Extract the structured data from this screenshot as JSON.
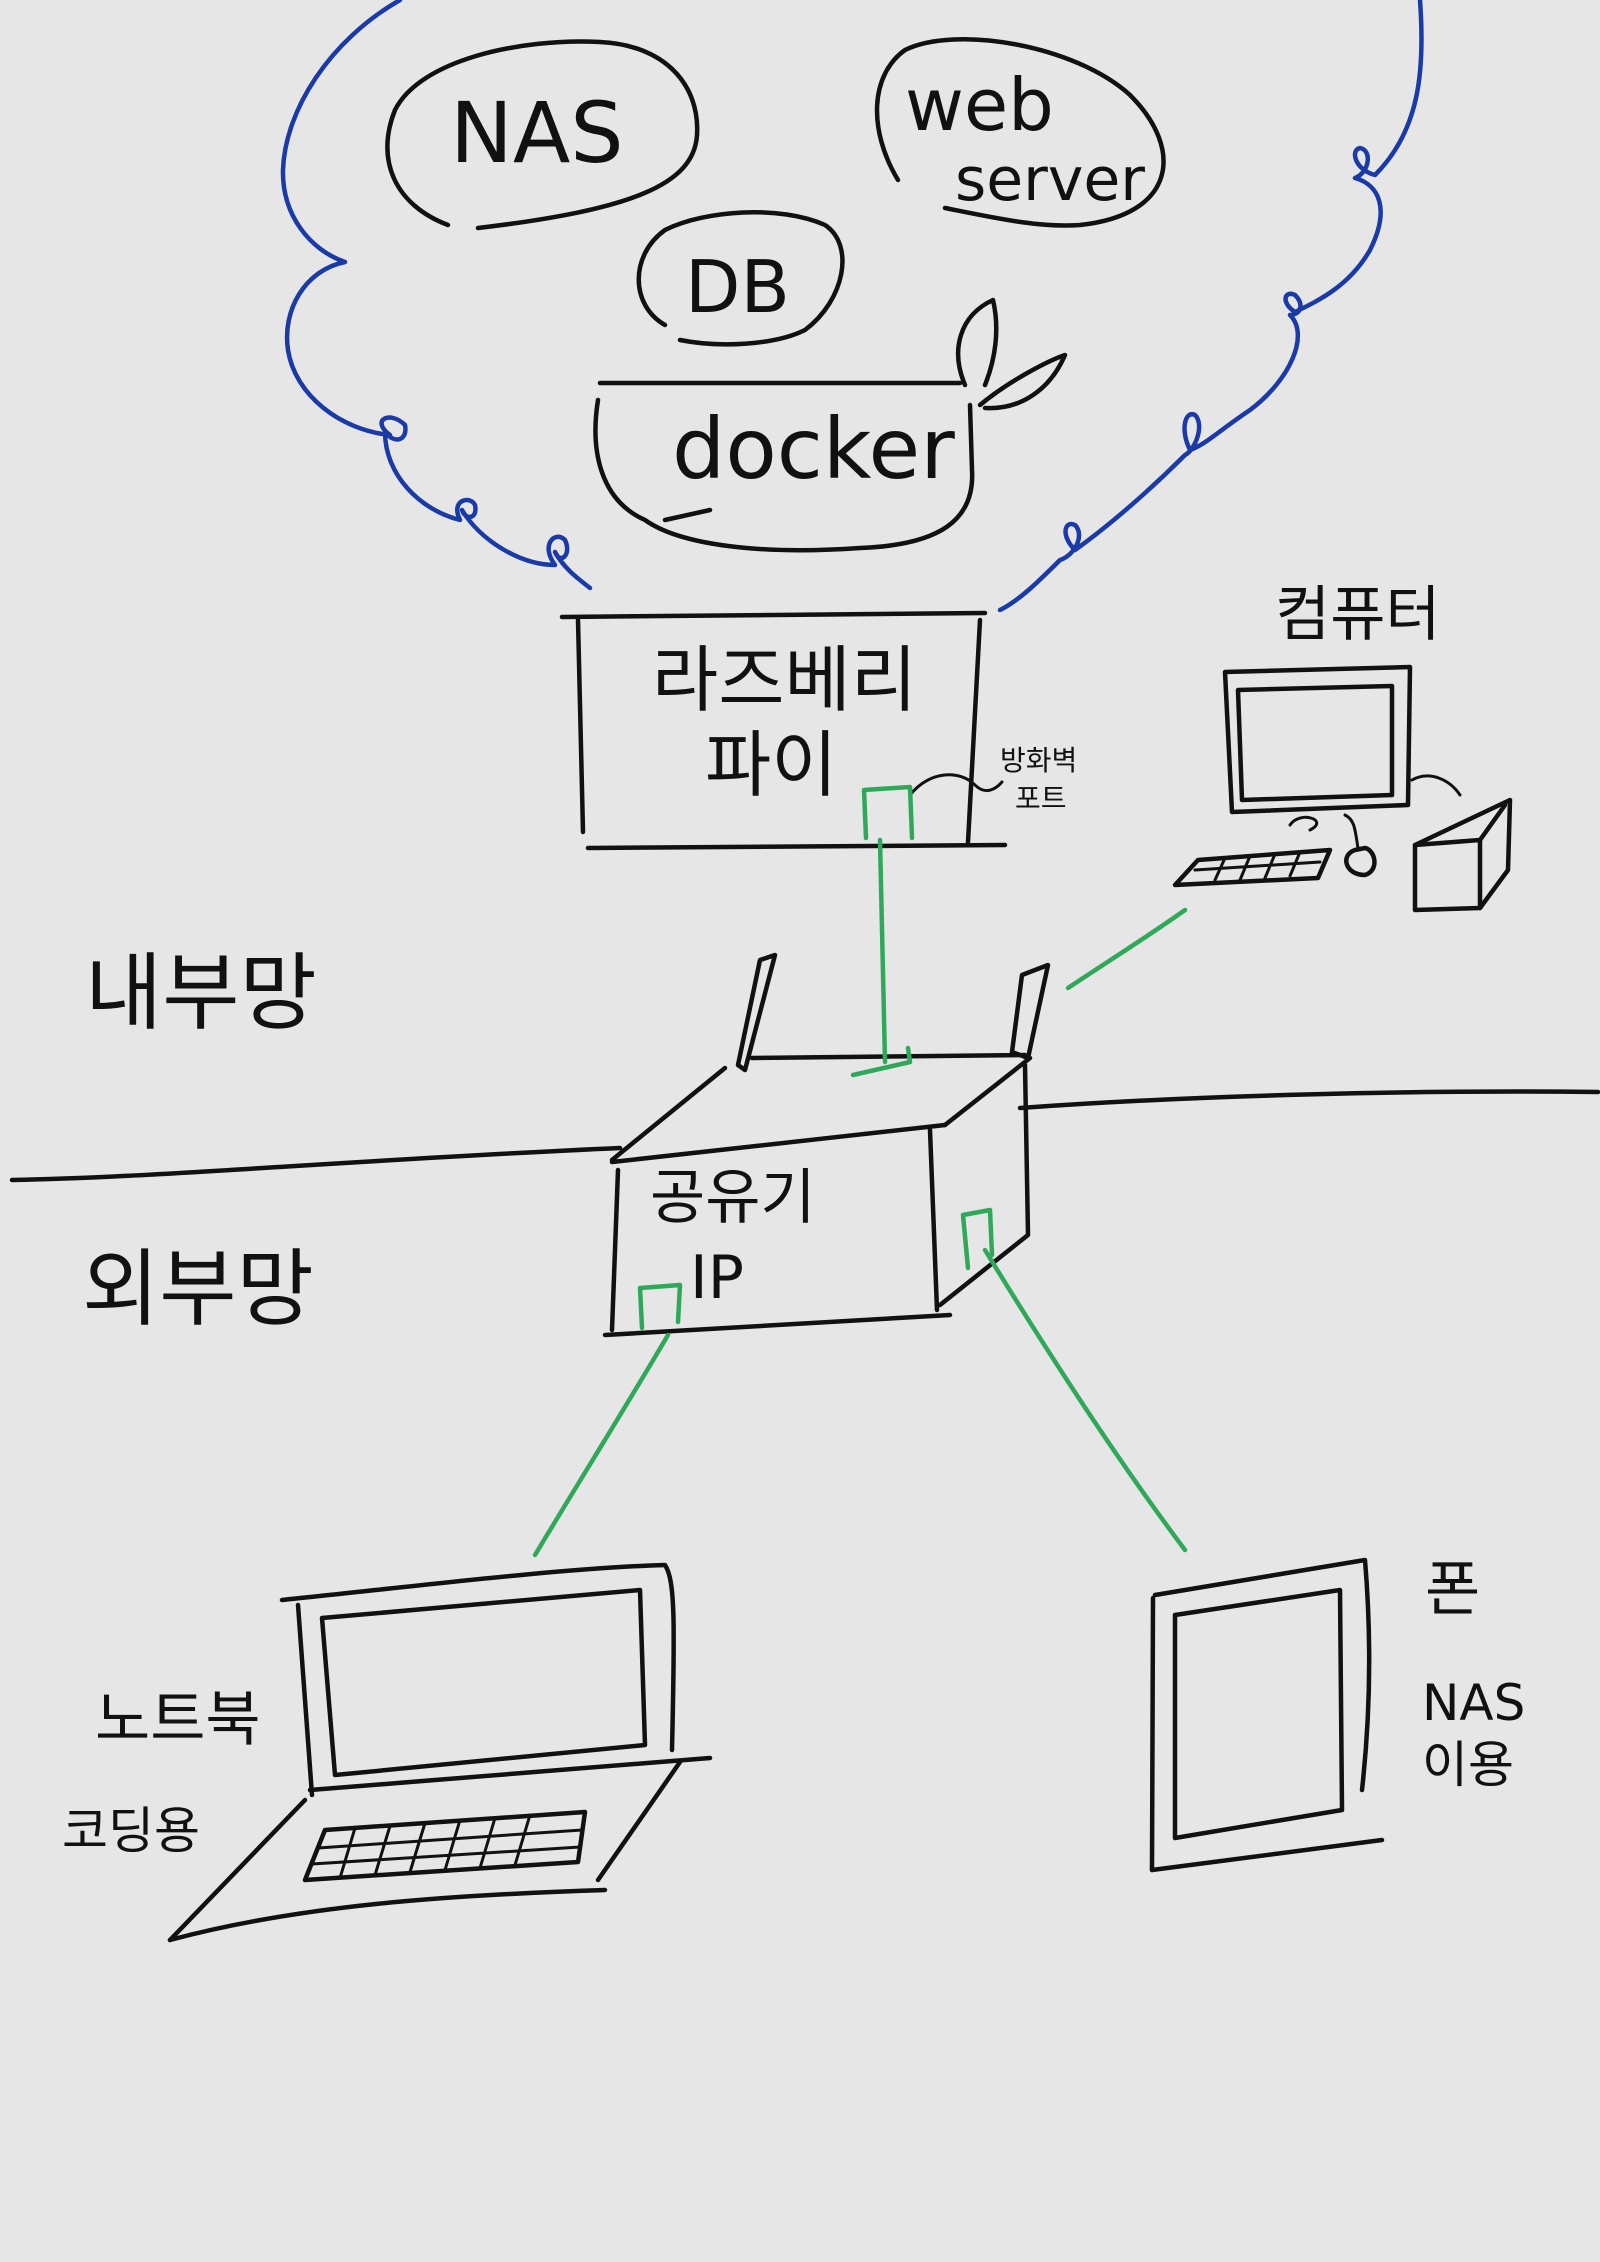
{
  "services": {
    "nas": "NAS",
    "web": "web",
    "server": "server",
    "db": "DB",
    "docker": "docker"
  },
  "devices": {
    "raspberry_pi_line1": "라즈베리",
    "raspberry_pi_line2": "파이",
    "firewall_port_line1": "방화벽",
    "firewall_port_line2": "포트",
    "computer": "컴퓨터",
    "router_line1": "공유기",
    "router_line2": "IP",
    "laptop_line1": "노트북",
    "laptop_line2": "코딩용",
    "phone": "폰",
    "phone_note_line1": "NAS",
    "phone_note_line2": "이용"
  },
  "zones": {
    "internal": "내부망",
    "external": "외부망"
  },
  "colors": {
    "background": "#e6e6e6",
    "ink": "#111111",
    "cloud": "#1a3aa8",
    "cable": "#2fa85a"
  }
}
